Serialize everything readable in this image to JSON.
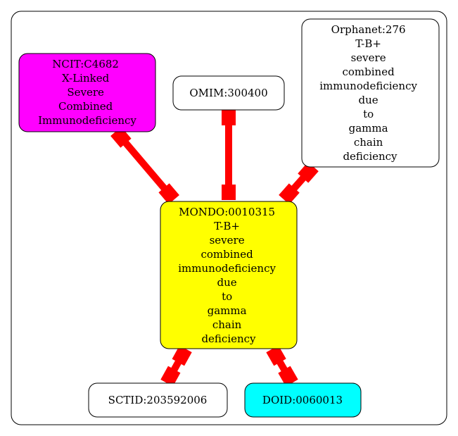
{
  "nodes": {
    "ncit": {
      "lines": [
        "NCIT:C4682",
        "X-Linked",
        "Severe",
        "Combined",
        "Immunodeficiency"
      ],
      "fill": "#ff00ff"
    },
    "omim": {
      "lines": [
        "OMIM:300400"
      ],
      "fill": "#ffffff"
    },
    "orphanet": {
      "lines": [
        "Orphanet:276",
        "T-B+",
        "severe",
        "combined",
        "immunodeficiency",
        "due",
        "to",
        "gamma",
        "chain",
        "deficiency"
      ],
      "fill": "#ffffff"
    },
    "mondo": {
      "lines": [
        "MONDO:0010315",
        "T-B+",
        "severe",
        "combined",
        "immunodeficiency",
        "due",
        "to",
        "gamma",
        "chain",
        "deficiency"
      ],
      "fill": "#ffff00"
    },
    "sctid": {
      "lines": [
        "SCTID:203592006"
      ],
      "fill": "#ffffff"
    },
    "doid": {
      "lines": [
        "DOID:0060013"
      ],
      "fill": "#00ffff"
    }
  },
  "colors": {
    "edge": "#ff0000",
    "border": "#000000"
  }
}
